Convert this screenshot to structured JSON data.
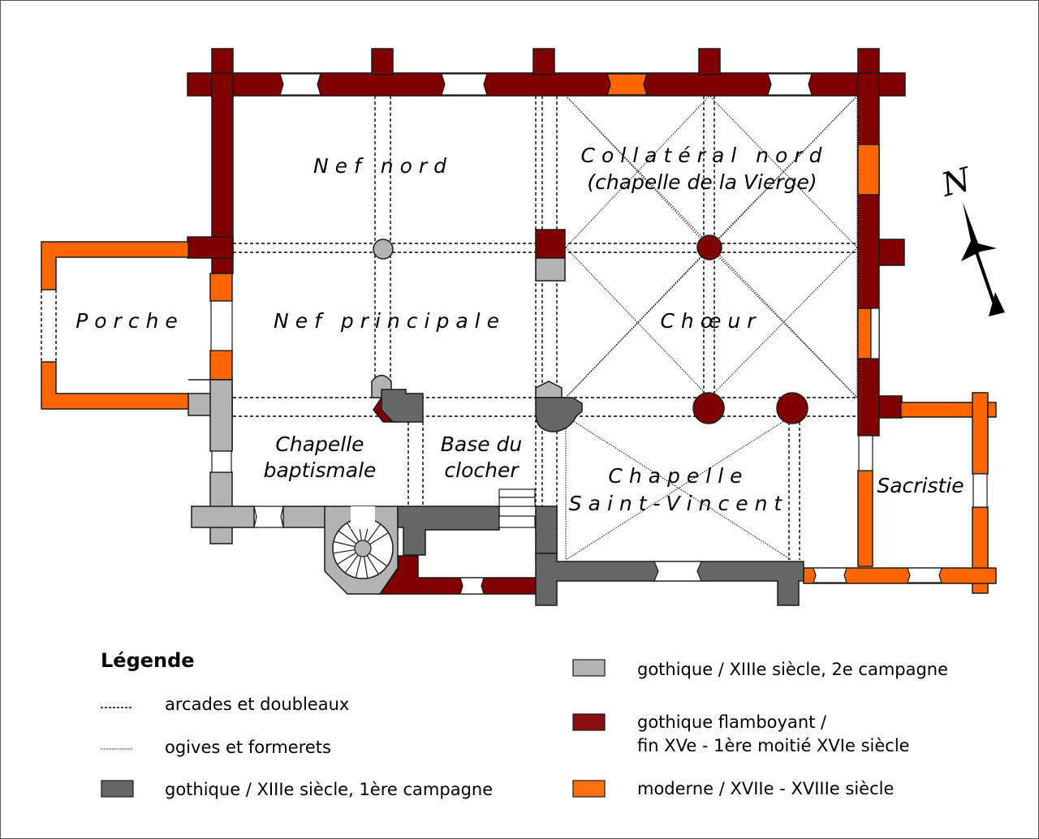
{
  "colors": {
    "gothique_1": "#666666",
    "gothique_2": "#b3b3b3",
    "flamboyant": "#800000",
    "moderne": "#ff6600",
    "legend_flamboyant": "#8b1010",
    "legend_moderne": "#ff7010"
  },
  "rooms": {
    "nef_nord": "Nef nord",
    "collateral_nord_1": "Collatéral nord",
    "collateral_nord_2": "(chapelle de la Vierge)",
    "porche": "Porche",
    "nef_principale": "Nef principale",
    "choeur": "Chœur",
    "chapelle_baptismale_1": "Chapelle",
    "chapelle_baptismale_2": "baptismale",
    "base_clocher_1": "Base du",
    "base_clocher_2": "clocher",
    "chapelle_sv_1": "Chapelle",
    "chapelle_sv_2": "Saint-Vincent",
    "sacristie": "Sacristie"
  },
  "compass": {
    "label": "N"
  },
  "legend": {
    "title": "Légende",
    "items": [
      {
        "type": "line-dashed",
        "label": "arcades et doubleaux"
      },
      {
        "type": "line-dotted",
        "label": "ogives et formerets"
      },
      {
        "type": "swatch",
        "color_key": "gothique_1",
        "label": "gothique / XIIIe siècle, 1ère campagne"
      },
      {
        "type": "swatch",
        "color_key": "gothique_2",
        "label": "gothique / XIIIe siècle, 2e campagne"
      },
      {
        "type": "swatch",
        "color_key": "flamboyant",
        "label_1": "gothique flamboyant /",
        "label_2": "fin XVe - 1ère moitié XVIe siècle"
      },
      {
        "type": "swatch",
        "color_key": "moderne",
        "label": "moderne / XVIIe - XVIIIe siècle"
      }
    ]
  }
}
